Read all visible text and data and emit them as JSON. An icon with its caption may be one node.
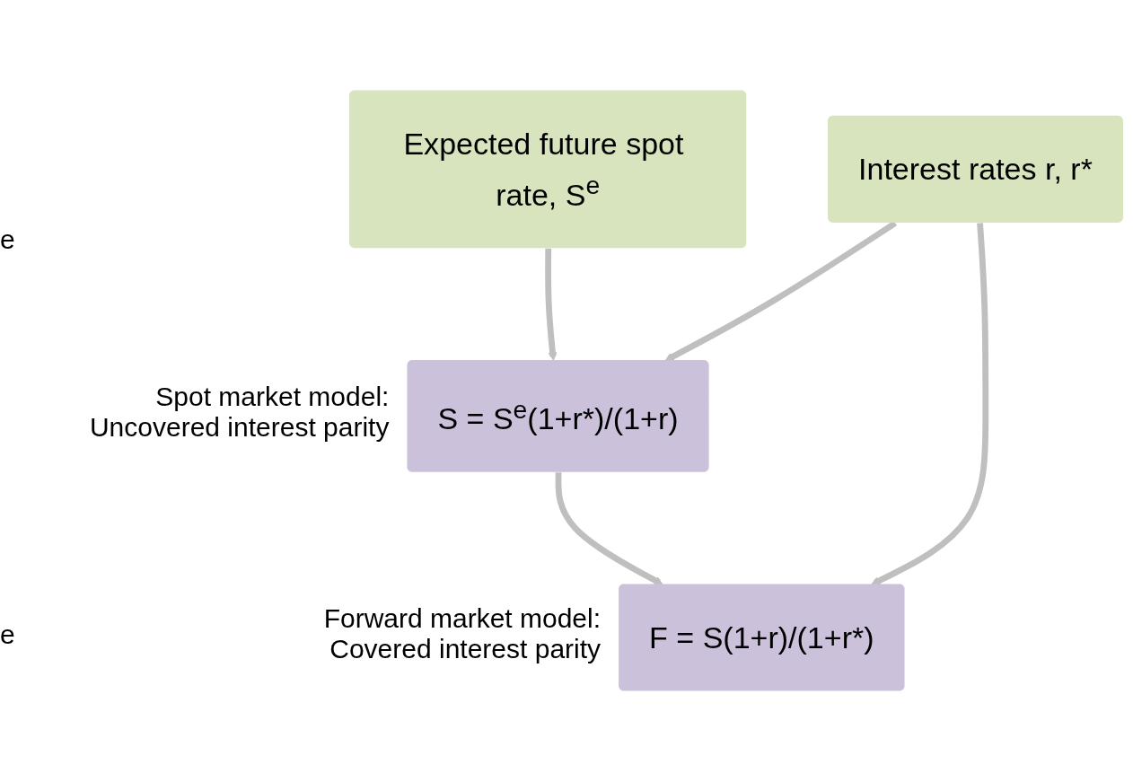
{
  "diagram": {
    "nodes": [
      {
        "text": [
          "Expected future spot rate, S$^{e}$"
        ]
      },
      {
        "text": [
          "Interest rates r, r*"
        ]
      },
      {
        "text": [
          "S = S$^{e}$(1+r*)/(1+r)"
        ],
        "beside": [
          "Spot market model: Uncovered interest parity"
        ]
      },
      {
        "text": [
          "F = S(1+r)/(1+r*)"
        ],
        "beside": [
          "Forward market model: Covered interest parity"
        ]
      }
    ],
    "edges": [
      {
        "from": 0,
        "to": 2,
        "arrow": "to"
      },
      {
        "from": 1,
        "to": 2,
        "arrow": "to"
      },
      {
        "from": 2,
        "to": 3,
        "arrow": "to"
      },
      {
        "from": 1,
        "to": 3,
        "arrow": "to"
      }
    ],
    "labels": [
      "e",
      "e"
    ]
  }
}
